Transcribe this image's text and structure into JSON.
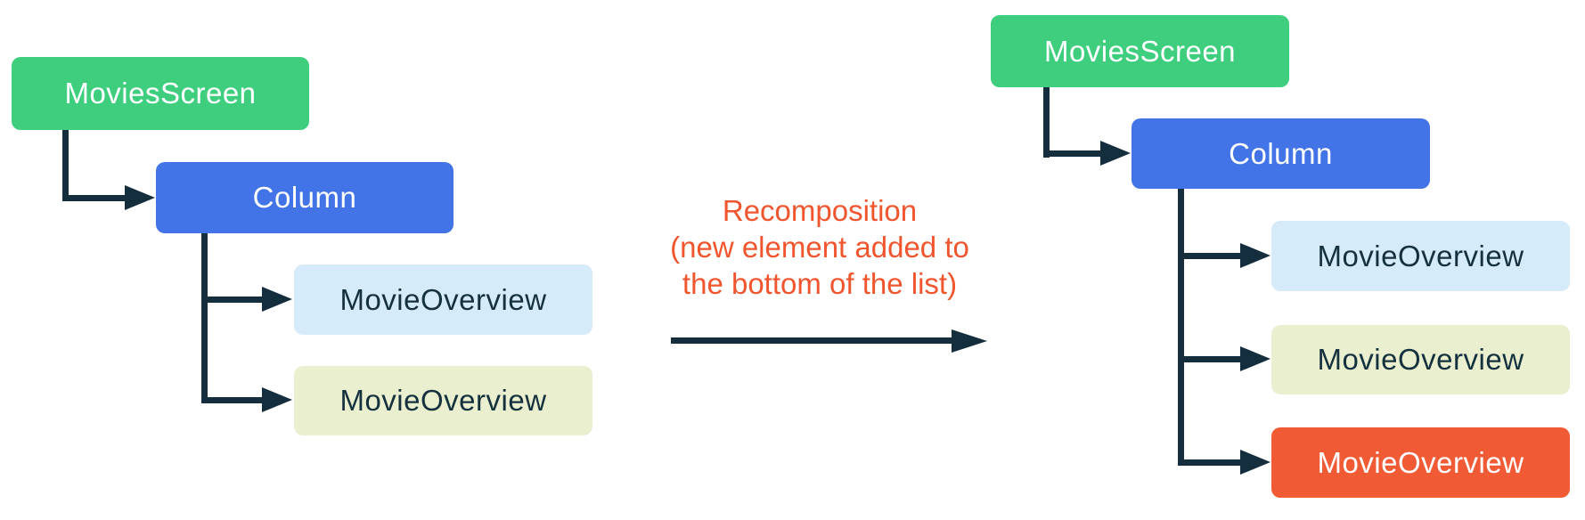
{
  "diagram": {
    "before": {
      "root": "MoviesScreen",
      "container": "Column",
      "items": [
        {
          "label": "MovieOverview"
        },
        {
          "label": "MovieOverview"
        }
      ]
    },
    "transition": {
      "lines": [
        "Recomposition",
        "(new element added to",
        "the bottom of the list)"
      ]
    },
    "after": {
      "root": "MoviesScreen",
      "container": "Column",
      "items": [
        {
          "label": "MovieOverview"
        },
        {
          "label": "MovieOverview"
        },
        {
          "label": "MovieOverview",
          "highlight": true
        }
      ]
    },
    "colors": {
      "node-green": "#3ECE7E",
      "node-blue": "#4274E8",
      "node-blue-light": "#D6EBFA",
      "node-yellow-light": "#EAF0CF",
      "node-orange": "#F05B35",
      "connector-ink": "#152E3D",
      "label-on-dark": "#FFFFFF",
      "label-on-light": "#16313E",
      "transition-text": "#F0552E"
    }
  }
}
